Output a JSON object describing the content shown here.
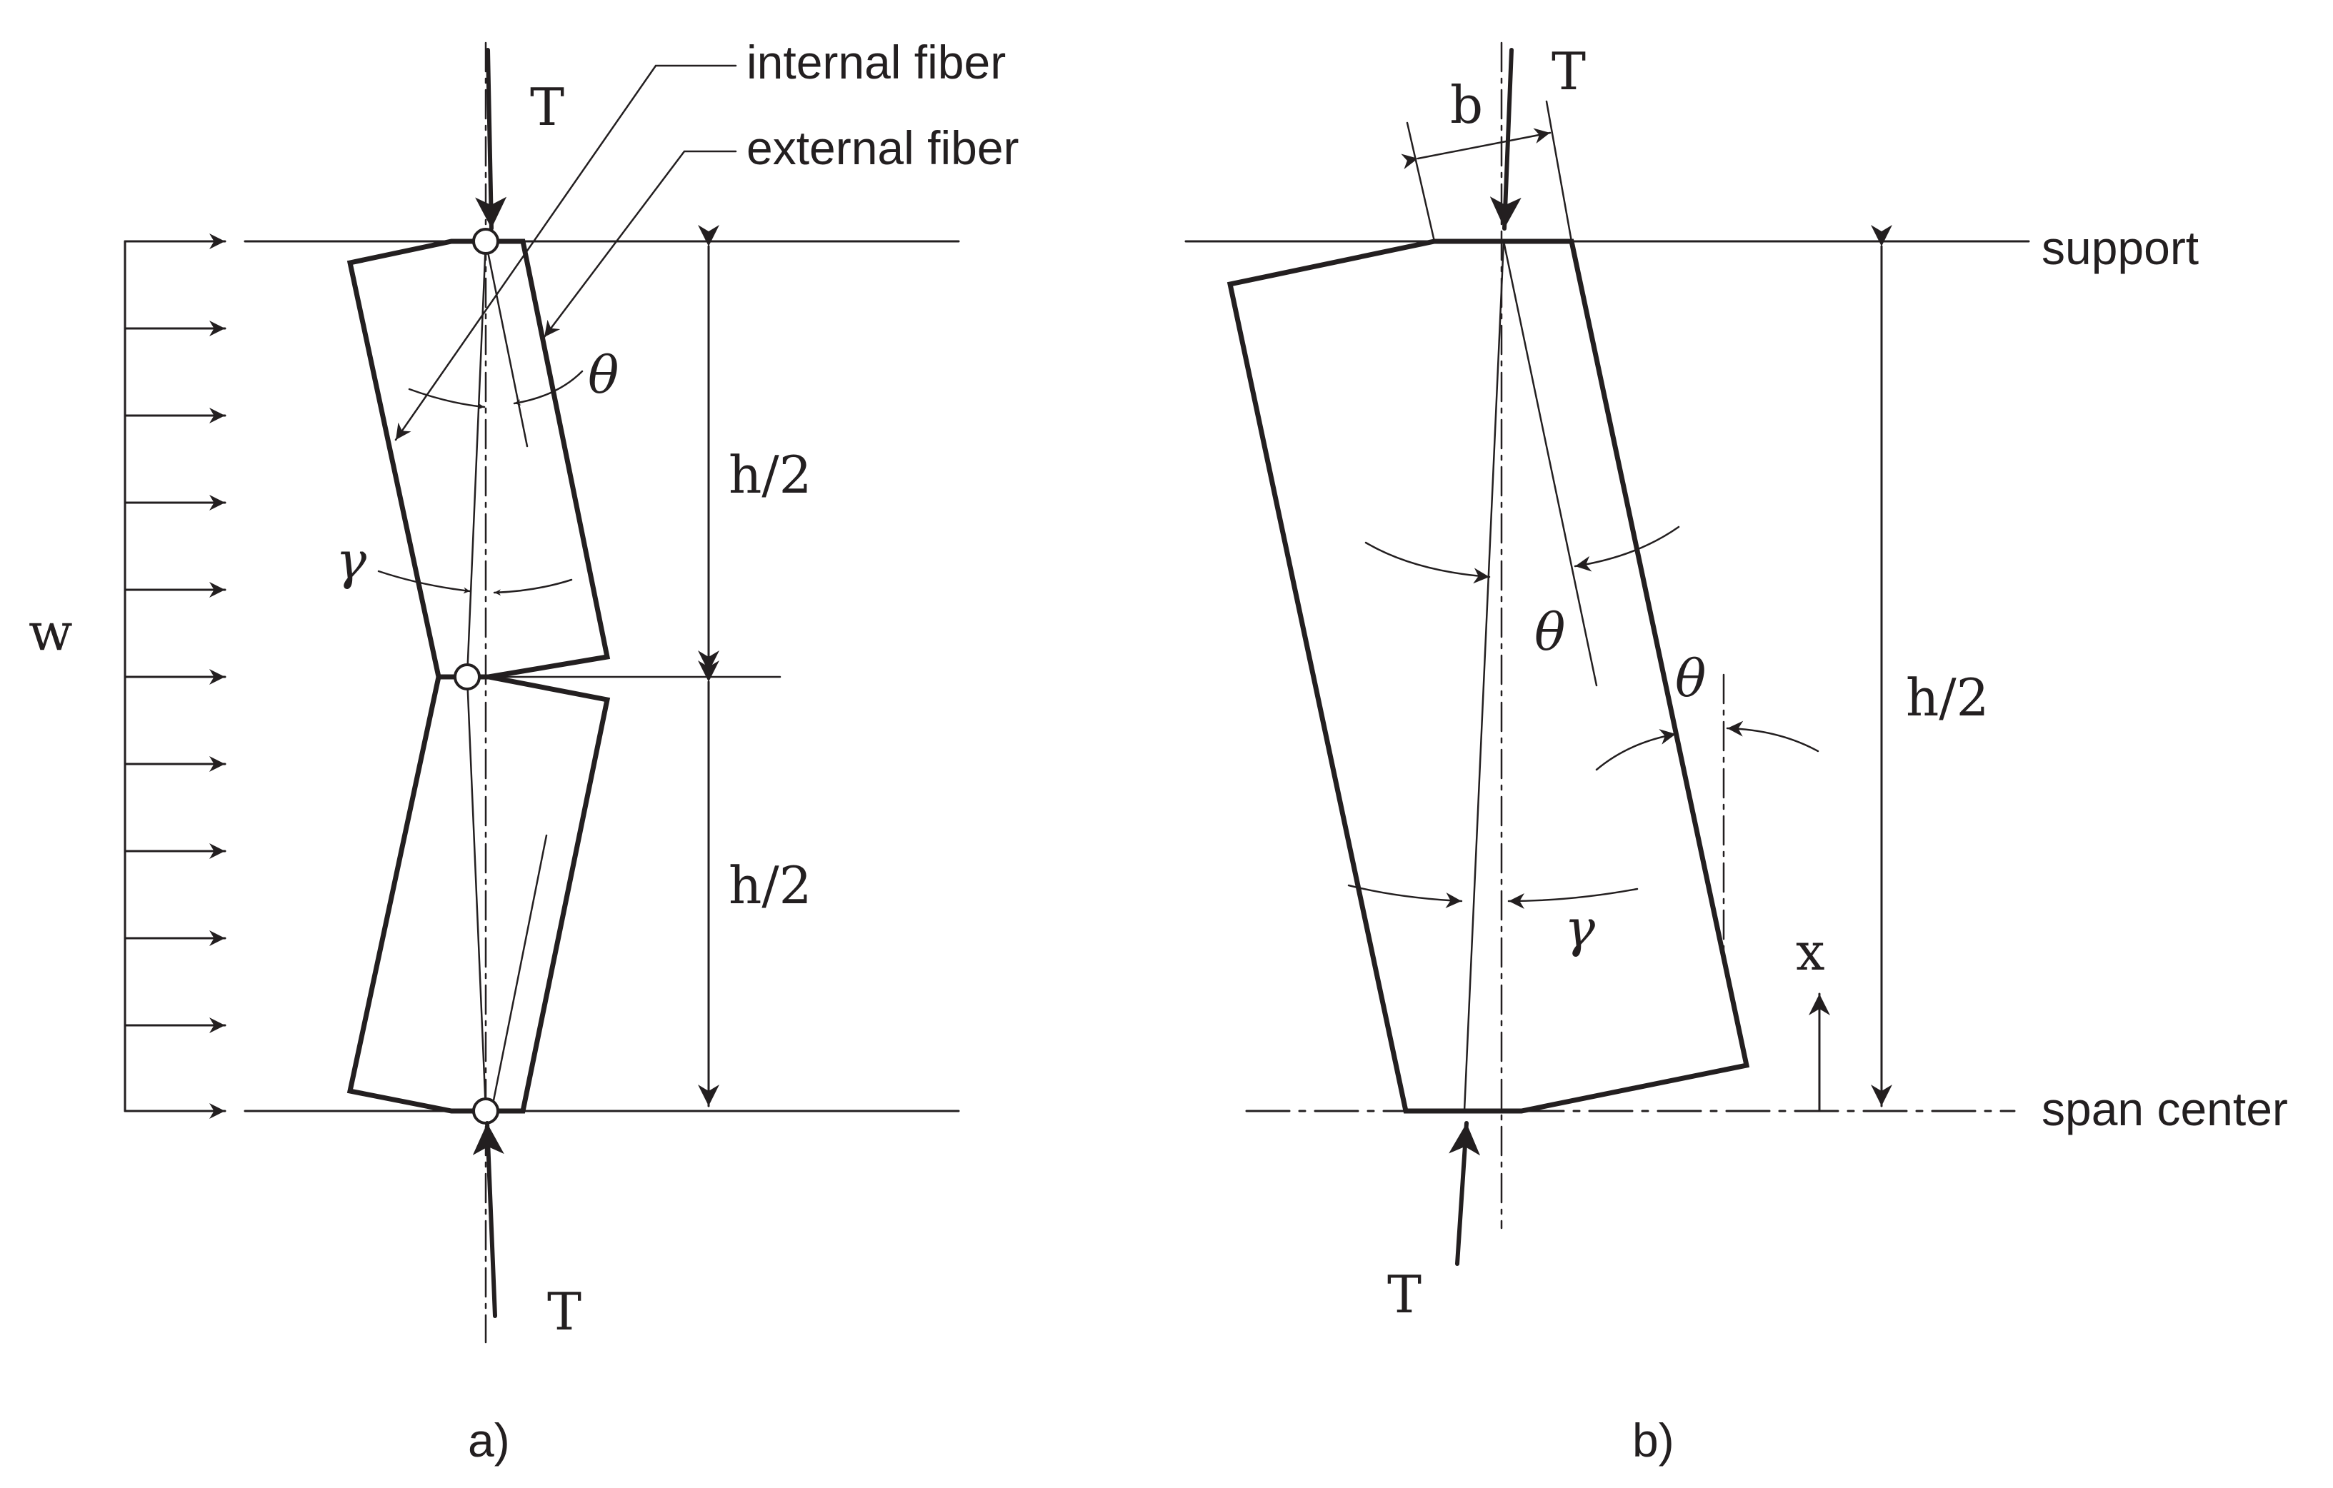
{
  "panel_a": {
    "caption": "a)",
    "fiber_labels": {
      "internal": "internal fiber",
      "external": "external fiber"
    },
    "force_top": "T",
    "force_bottom": "T",
    "load_label": "w",
    "dim_upper": "h/2",
    "dim_lower": "h/2",
    "angle_theta": "θ",
    "angle_gamma": "γ"
  },
  "panel_b": {
    "caption": "b)",
    "width_label": "b",
    "force_top": "T",
    "force_bottom": "T",
    "support_label": "support",
    "span_center_label": "span center",
    "dim_label": "h/2",
    "axis_label": "x",
    "angle_theta_inner": "θ",
    "angle_theta_outer": "θ",
    "angle_gamma": "γ"
  },
  "colors": {
    "ink": "#231f20",
    "background": "#ffffff"
  }
}
